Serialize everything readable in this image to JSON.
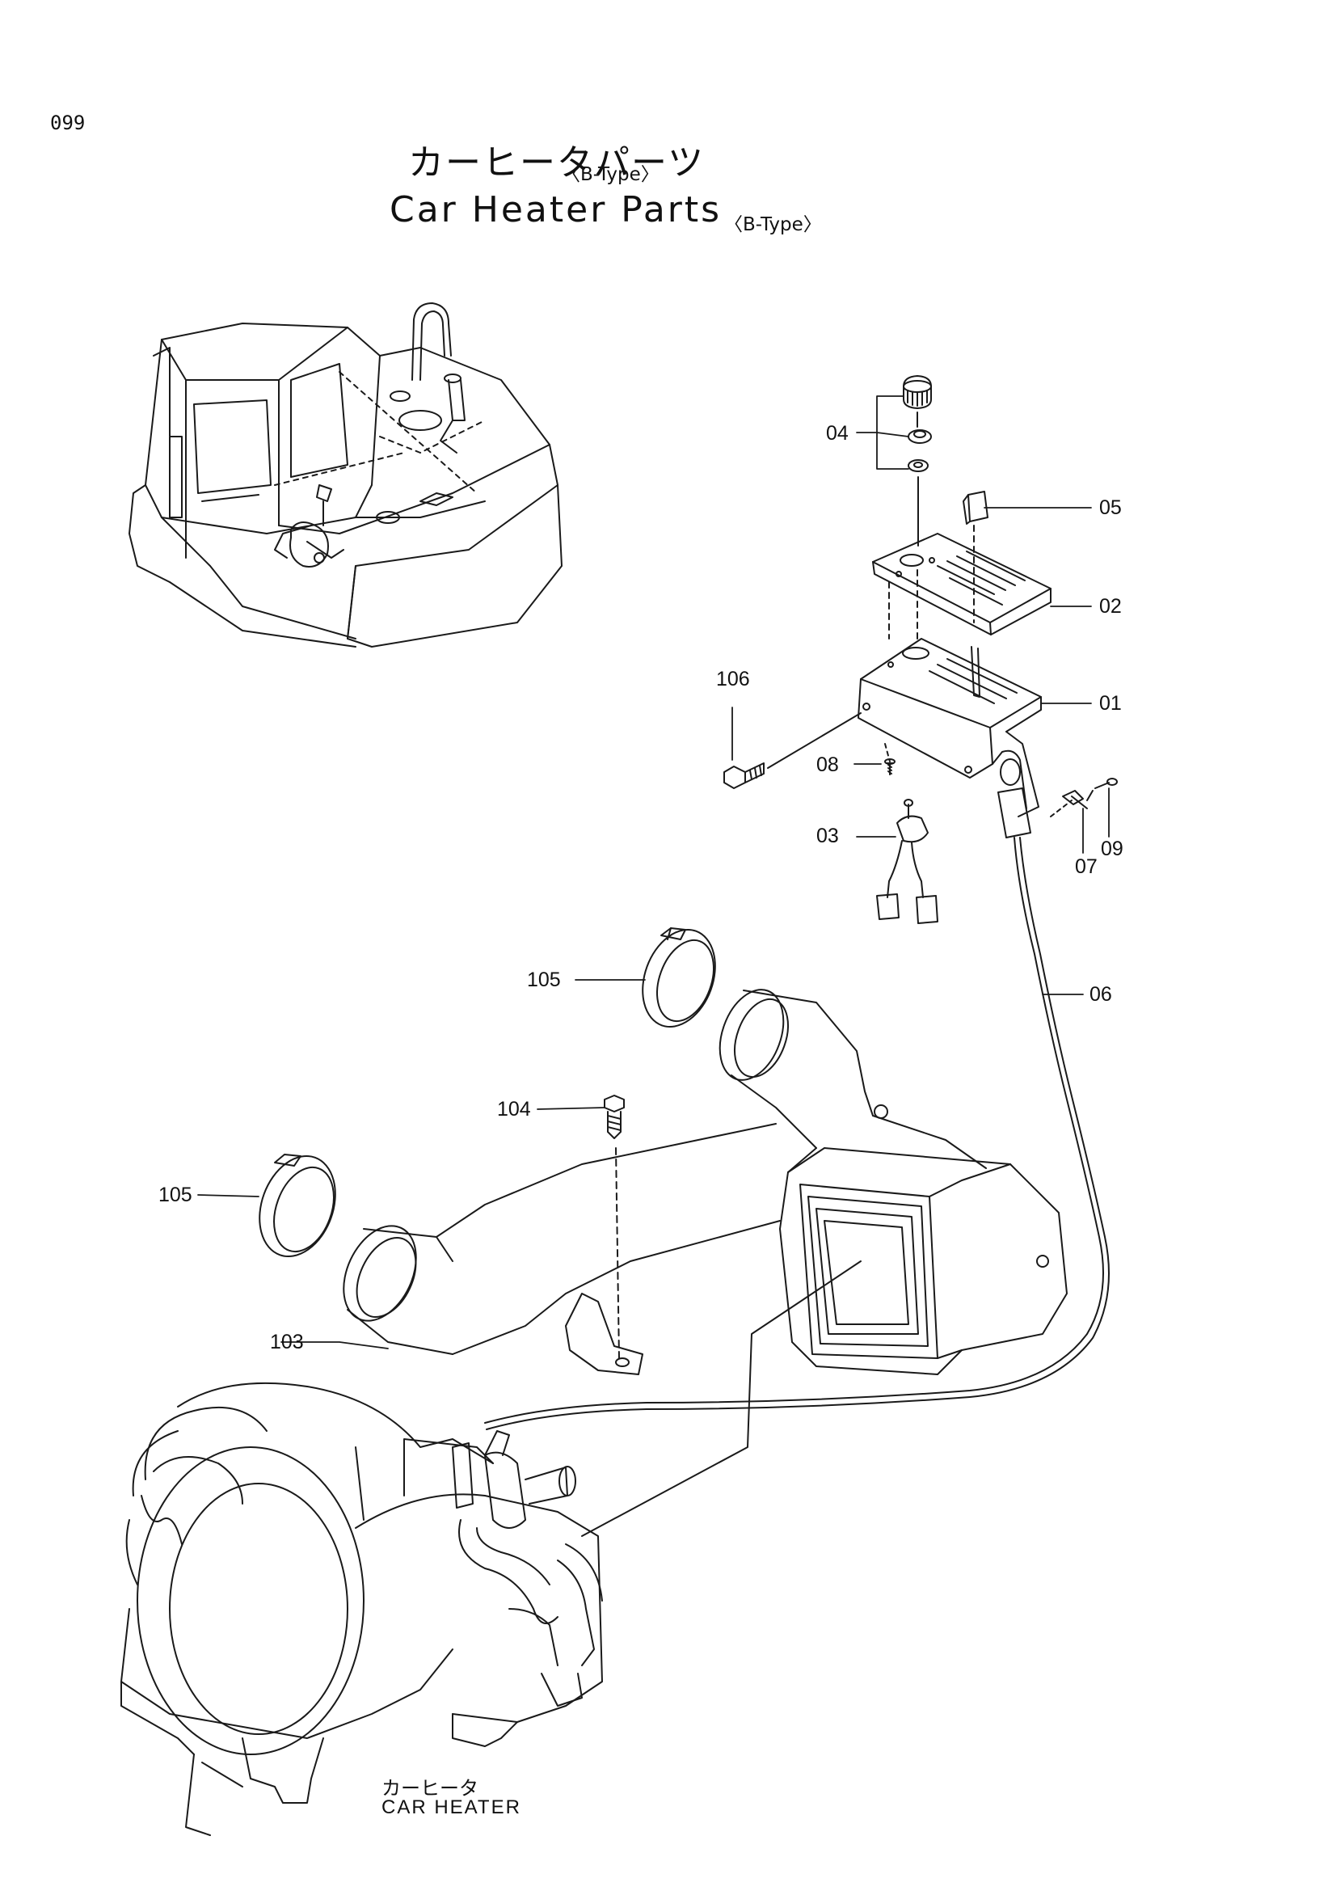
{
  "page": {
    "number": "099"
  },
  "title": {
    "jp": "カーヒータパーツ",
    "jp_variant": "〈B-Type〉",
    "en": "Car Heater Parts",
    "en_variant": "〈B-Type〉"
  },
  "callouts": {
    "c04": "04",
    "c05": "05",
    "c02": "02",
    "c01": "01",
    "c106": "106",
    "c08": "08",
    "c03": "03",
    "c07": "07",
    "c09": "09",
    "c06": "06",
    "c105a": "105",
    "c104": "104",
    "c105b": "105",
    "c103": "103"
  },
  "caption": {
    "jp": "カーヒータ",
    "en": "CAR HEATER"
  }
}
